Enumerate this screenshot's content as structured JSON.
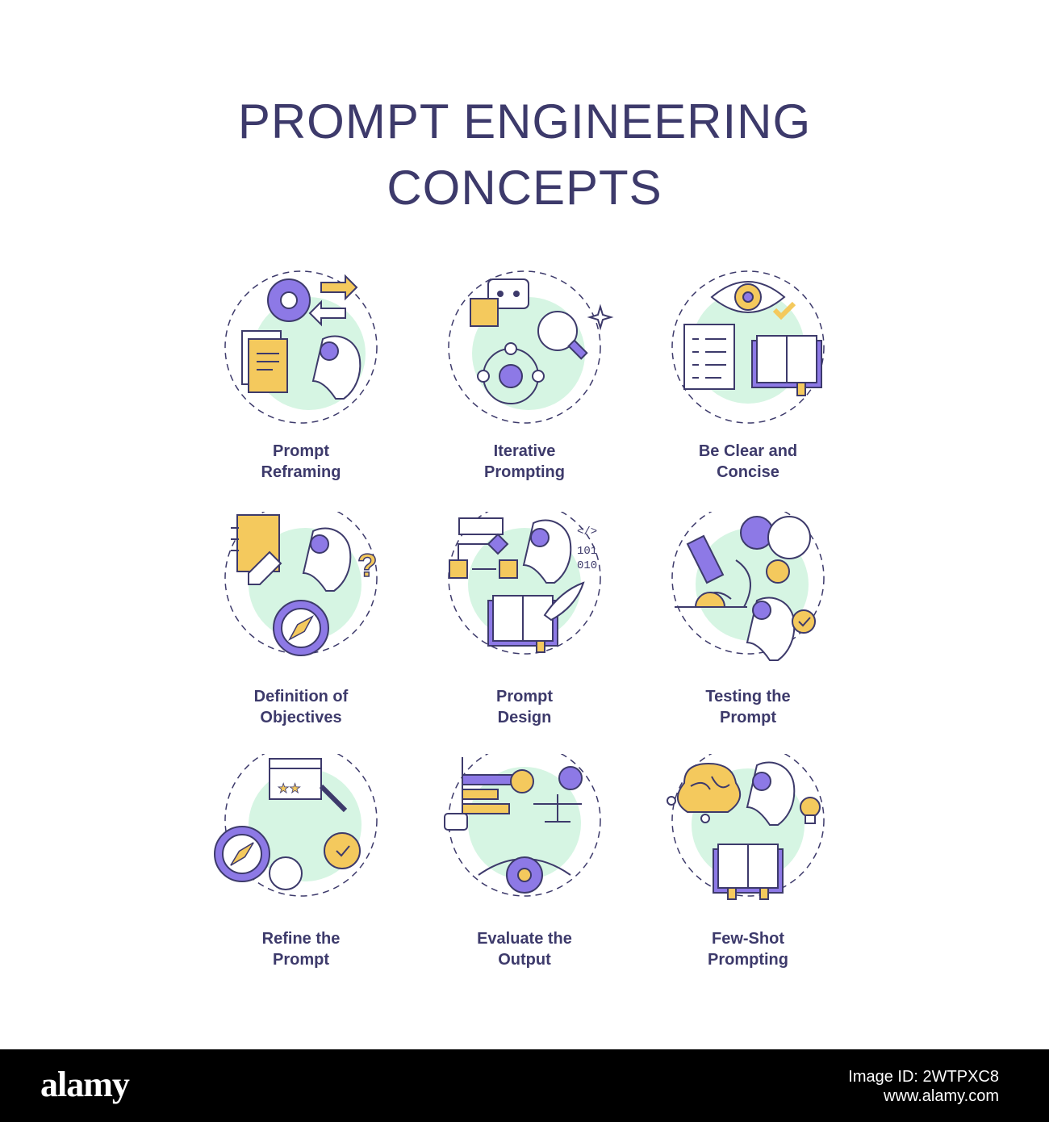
{
  "title": {
    "line1": "PROMPT ENGINEERING",
    "line2": "CONCEPTS"
  },
  "colors": {
    "accent_purple": "#8d79e6",
    "accent_yellow": "#f4c95d",
    "mint": "#d6f5e3",
    "stroke": "#3d3a6b"
  },
  "concepts": [
    {
      "line1": "Prompt",
      "line2": "Reframing",
      "icon": "gear-arrows-document-head-icon"
    },
    {
      "line1": "Iterative",
      "line2": "Prompting",
      "icon": "robot-magnifier-cycle-icon"
    },
    {
      "line1": "Be Clear and",
      "line2": "Concise",
      "icon": "eye-checklist-book-icon"
    },
    {
      "line1": "Definition of",
      "line2": "Objectives",
      "icon": "notebook-head-compass-icon"
    },
    {
      "line1": "Prompt",
      "line2": "Design",
      "icon": "flowchart-head-code-book-icon"
    },
    {
      "line1": "Testing the",
      "line2": "Prompt",
      "icon": "microscope-head-badge-icon"
    },
    {
      "line1": "Refine the",
      "line2": "Prompt",
      "icon": "rating-wrench-gear-compass-icon"
    },
    {
      "line1": "Evaluate the",
      "line2": "Output",
      "icon": "chart-scale-eye-icon"
    },
    {
      "line1": "Few-Shot",
      "line2": "Prompting",
      "icon": "brain-head-bulb-book-icon"
    }
  ],
  "footer": {
    "logo": "alamy",
    "image_id_line1": "Image ID: 2WTPXC8",
    "image_id_line2": "www.alamy.com"
  }
}
